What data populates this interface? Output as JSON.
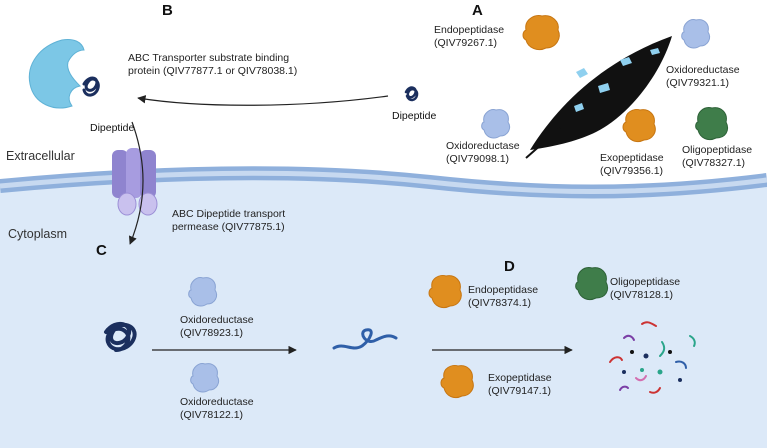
{
  "panels": {
    "a": "A",
    "b": "B",
    "c": "C",
    "d": "D"
  },
  "regions": {
    "extracellular": "Extracellular",
    "cytoplasm": "Cytoplasm"
  },
  "panel_a": {
    "endopeptidase": {
      "name": "Endopeptidase",
      "id": "(QIV79267.1)"
    },
    "oxidoreductase_right": {
      "name": "Oxidoreductase",
      "id": "(QIV79321.1)"
    },
    "oxidoreductase_left": {
      "name": "Oxidoreductase",
      "id": "(QIV79098.1)"
    },
    "exopeptidase": {
      "name": "Exopeptidase",
      "id": "(QIV79356.1)"
    },
    "oligopeptidase": {
      "name": "Oligopeptidase",
      "id": "(QIV78327.1)"
    },
    "dipeptide": "Dipeptide"
  },
  "panel_b": {
    "binding_protein": {
      "line1": "ABC Transporter substrate binding",
      "line2": "protein (QIV77877.1 or QIV78038.1)"
    },
    "dipeptide": "Dipeptide",
    "permease": {
      "line1": "ABC Dipeptide transport",
      "line2": "permease (QIV77875.1)"
    }
  },
  "panel_c": {
    "oxidoreductase_top": {
      "name": "Oxidoreductase",
      "id": "(QIV78923.1)"
    },
    "oxidoreductase_bottom": {
      "name": "Oxidoreductase",
      "id": "(QIV78122.1)"
    }
  },
  "panel_d": {
    "endopeptidase": {
      "name": "Endopeptidase",
      "id": "(QIV78374.1)"
    },
    "oligopeptidase": {
      "name": "Oligopeptidase",
      "id": "(QIV78128.1)"
    },
    "exopeptidase": {
      "name": "Exopeptidase",
      "id": "(QIV79147.1)"
    }
  },
  "colors": {
    "cytoplasm": "#dce9f8",
    "membrane": "#8fb0dc",
    "membrane_core": "#c7d9f0",
    "oxidoreductase": "#a9bfe8",
    "endopeptidase": "#e08e1f",
    "oligopeptidase": "#3f7d4a",
    "binding_protein": "#7cc7e6",
    "permease": "#9b8fd6",
    "peptide_dark": "#1b2f5e",
    "peptide_mid": "#2f5fa8",
    "feather": "#111111",
    "feather_spots": "#8fd0ef"
  }
}
